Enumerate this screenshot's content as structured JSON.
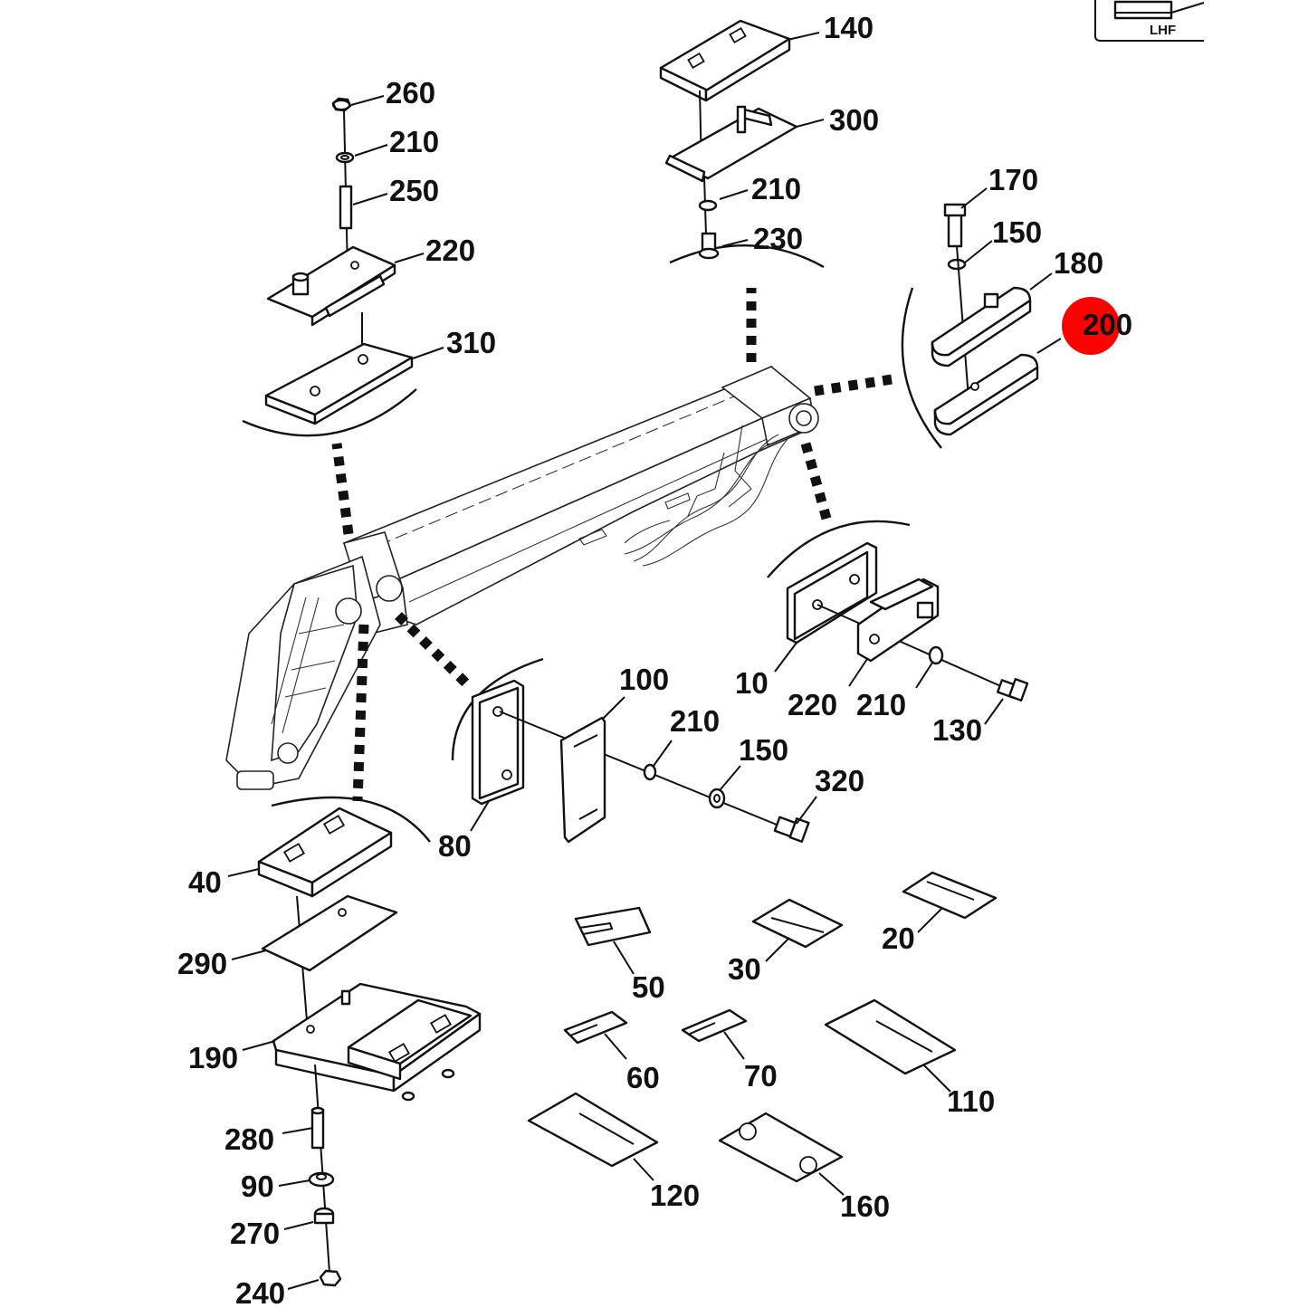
{
  "corner_tag": "LHF",
  "highlight": {
    "color": "#ff0000",
    "part": "200"
  },
  "callouts": [
    {
      "id": "c140",
      "text": "140"
    },
    {
      "id": "c300",
      "text": "300"
    },
    {
      "id": "c210a",
      "text": "210"
    },
    {
      "id": "c230",
      "text": "230"
    },
    {
      "id": "c260",
      "text": "260"
    },
    {
      "id": "c210b",
      "text": "210"
    },
    {
      "id": "c250",
      "text": "250"
    },
    {
      "id": "c220a",
      "text": "220"
    },
    {
      "id": "c310",
      "text": "310"
    },
    {
      "id": "c170",
      "text": "170"
    },
    {
      "id": "c150a",
      "text": "150"
    },
    {
      "id": "c180",
      "text": "180"
    },
    {
      "id": "c200",
      "text": "200"
    },
    {
      "id": "c10",
      "text": "10"
    },
    {
      "id": "c220b",
      "text": "220"
    },
    {
      "id": "c210c",
      "text": "210"
    },
    {
      "id": "c130",
      "text": "130"
    },
    {
      "id": "c100",
      "text": "100"
    },
    {
      "id": "c210d",
      "text": "210"
    },
    {
      "id": "c150b",
      "text": "150"
    },
    {
      "id": "c320",
      "text": "320"
    },
    {
      "id": "c80",
      "text": "80"
    },
    {
      "id": "c40",
      "text": "40"
    },
    {
      "id": "c290",
      "text": "290"
    },
    {
      "id": "c190",
      "text": "190"
    },
    {
      "id": "c280",
      "text": "280"
    },
    {
      "id": "c90",
      "text": "90"
    },
    {
      "id": "c270",
      "text": "270"
    },
    {
      "id": "c240",
      "text": "240"
    },
    {
      "id": "c50",
      "text": "50"
    },
    {
      "id": "c30",
      "text": "30"
    },
    {
      "id": "c20",
      "text": "20"
    },
    {
      "id": "c60",
      "text": "60"
    },
    {
      "id": "c70",
      "text": "70"
    },
    {
      "id": "c110",
      "text": "110"
    },
    {
      "id": "c120",
      "text": "120"
    },
    {
      "id": "c160",
      "text": "160"
    }
  ]
}
